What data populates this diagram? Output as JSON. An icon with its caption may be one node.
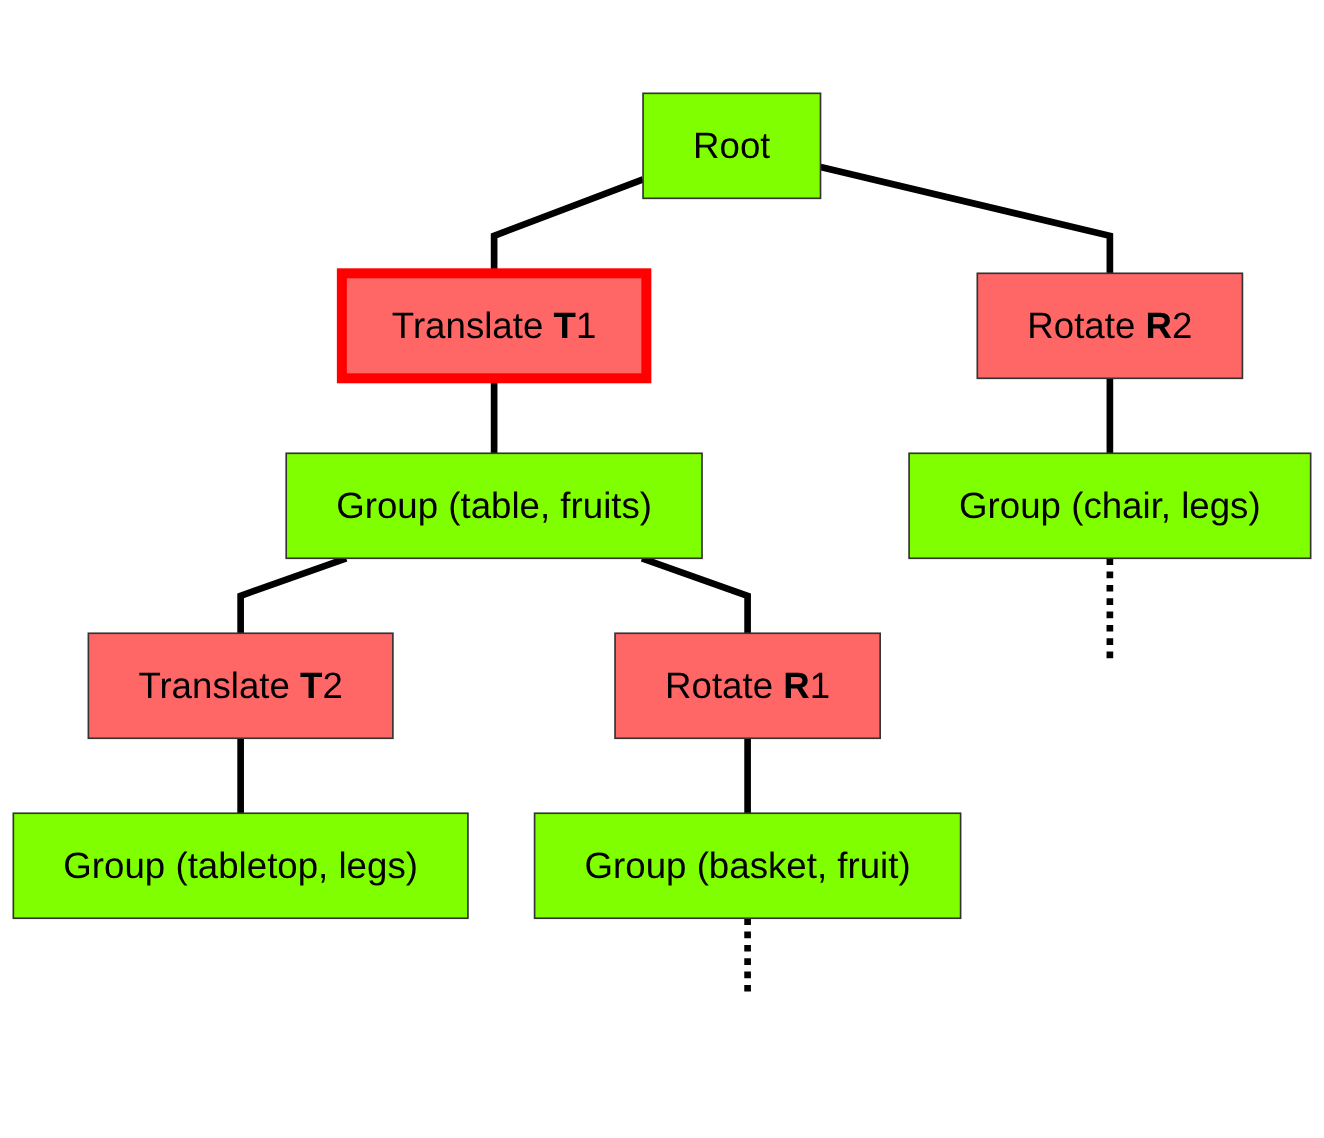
{
  "diagram": {
    "nodes": [
      {
        "text": [
          "Root"
        ]
      },
      {
        "text": [
          "Translate **T**1"
        ]
      },
      {
        "text": [
          "Rotate **R**2"
        ]
      },
      {
        "text": [
          "Group (table, fruits)"
        ]
      },
      {
        "text": [
          "Group (chair, legs)"
        ]
      },
      {
        "text": [
          "Translate **T**2"
        ]
      },
      {
        "text": [
          "Rotate **R**1"
        ]
      },
      {
        "text": [
          "Group (tabletop, legs)"
        ]
      },
      {
        "text": [
          "Group (basket, fruit)"
        ]
      }
    ],
    "edges": [
      {
        "from": 0,
        "to": 1,
        "arrow": "none"
      },
      {
        "from": 0,
        "to": 2,
        "arrow": "none"
      },
      {
        "from": 1,
        "to": 3,
        "arrow": "none"
      },
      {
        "from": 2,
        "to": 4,
        "arrow": "none"
      },
      {
        "from": 3,
        "to": 5,
        "arrow": "none"
      },
      {
        "from": 3,
        "to": 6,
        "arrow": "none"
      },
      {
        "from": 5,
        "to": 7,
        "arrow": "none"
      },
      {
        "from": 6,
        "to": 8,
        "arrow": "none"
      },
      {
        "from": 4,
        "to": null,
        "arrow": "none",
        "style": "dashed"
      },
      {
        "from": 8,
        "to": null,
        "arrow": "none",
        "style": "dashed"
      }
    ]
  }
}
